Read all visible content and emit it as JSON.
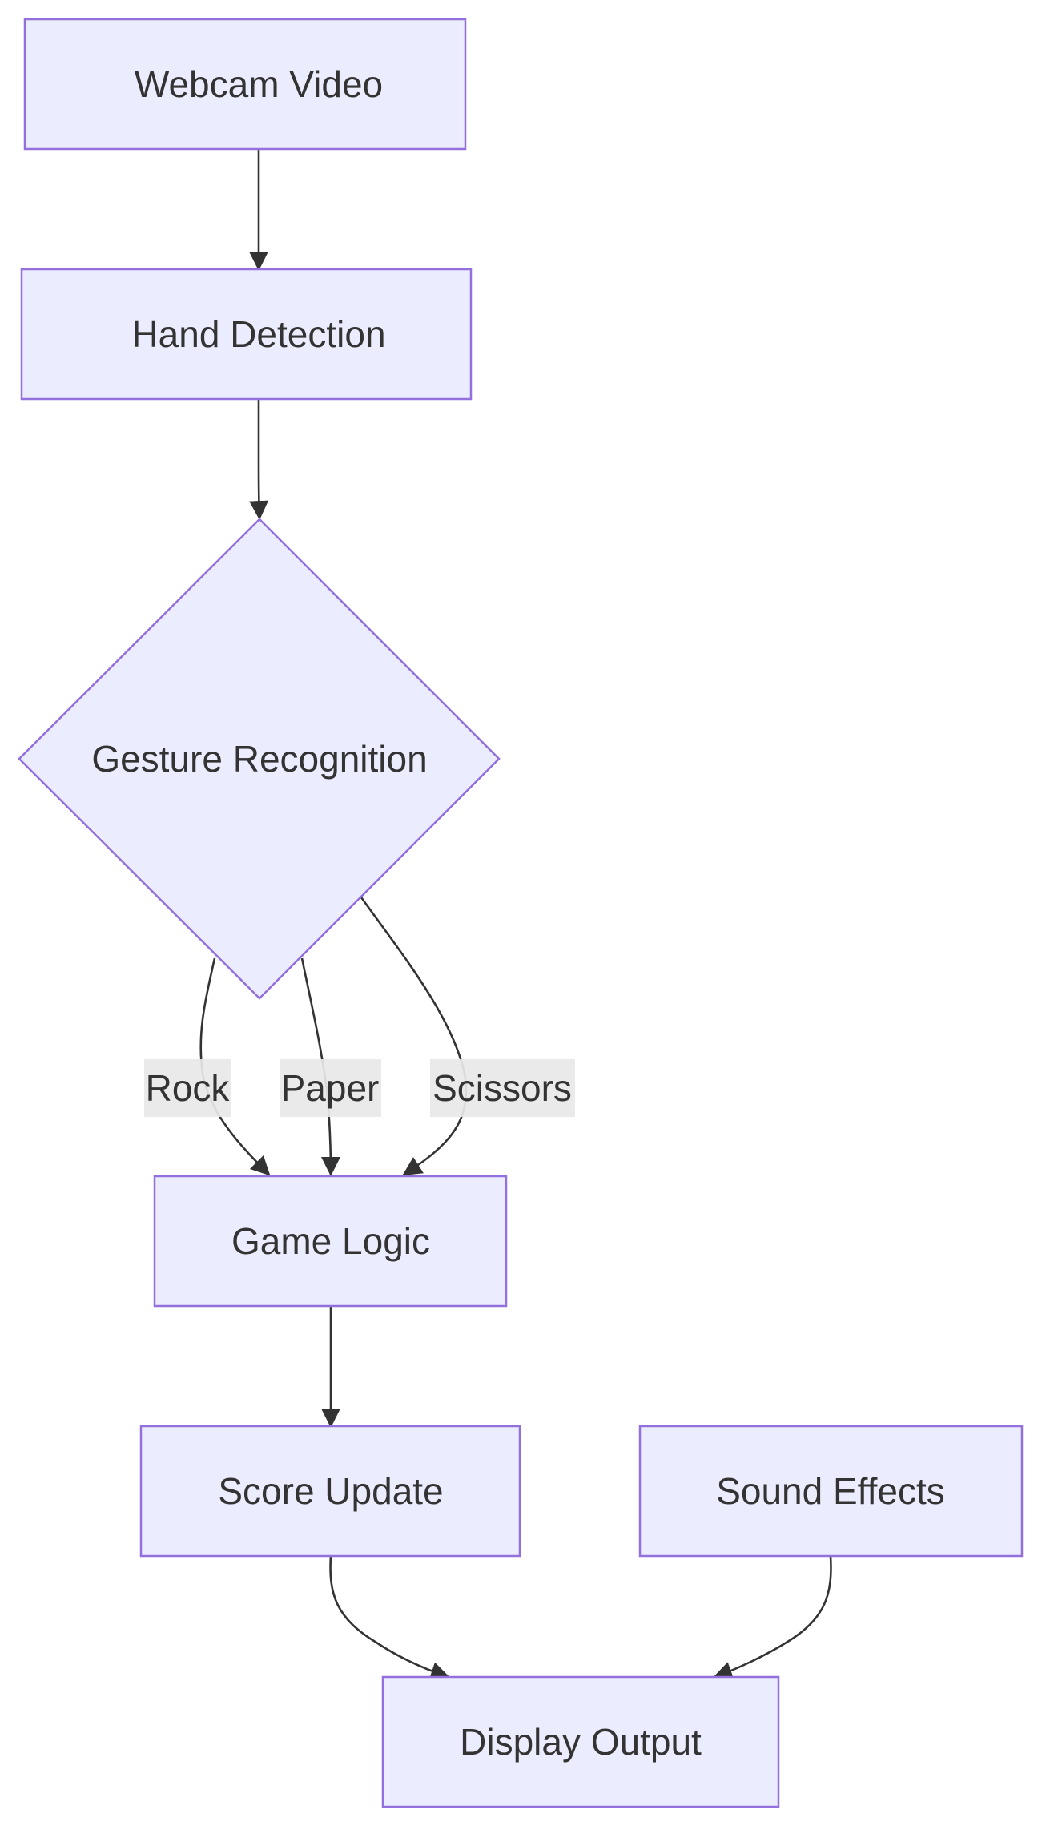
{
  "diagram": {
    "nodes": [
      {
        "id": "webcam",
        "label": "Webcam Video",
        "shape": "rect"
      },
      {
        "id": "hand",
        "label": "Hand Detection",
        "shape": "rect"
      },
      {
        "id": "gesture",
        "label": "Gesture Recognition",
        "shape": "diamond"
      },
      {
        "id": "logic",
        "label": "Game Logic",
        "shape": "rect"
      },
      {
        "id": "score",
        "label": "Score Update",
        "shape": "rect"
      },
      {
        "id": "sound",
        "label": "Sound Effects",
        "shape": "rect"
      },
      {
        "id": "display",
        "label": "Display Output",
        "shape": "rect"
      }
    ],
    "edges": [
      {
        "from": "webcam",
        "to": "hand",
        "label": ""
      },
      {
        "from": "hand",
        "to": "gesture",
        "label": ""
      },
      {
        "from": "gesture",
        "to": "logic",
        "label": "Rock"
      },
      {
        "from": "gesture",
        "to": "logic",
        "label": "Paper"
      },
      {
        "from": "gesture",
        "to": "logic",
        "label": "Scissors"
      },
      {
        "from": "logic",
        "to": "score",
        "label": ""
      },
      {
        "from": "score",
        "to": "display",
        "label": ""
      },
      {
        "from": "sound",
        "to": "display",
        "label": ""
      }
    ],
    "colors": {
      "node_fill": "#ececff",
      "node_stroke": "#9370db",
      "edge": "#333333",
      "text": "#333333",
      "edge_label_bg": "#e8e8e8"
    }
  }
}
